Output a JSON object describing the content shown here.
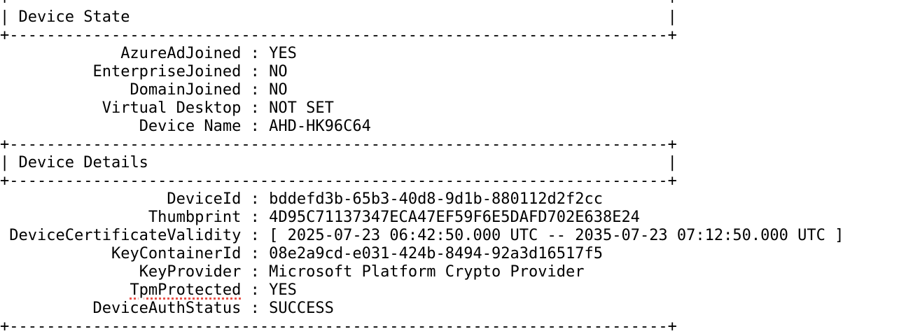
{
  "sections": [
    {
      "title": "Device State",
      "rows": [
        {
          "key": "AzureAdJoined",
          "value": "YES"
        },
        {
          "key": "EnterpriseJoined",
          "value": "NO"
        },
        {
          "key": "DomainJoined",
          "value": "NO"
        },
        {
          "key": "Virtual Desktop",
          "value": "NOT SET"
        },
        {
          "key": "Device Name",
          "value": "AHD-HK96C64"
        }
      ]
    },
    {
      "title": "Device Details",
      "rows": [
        {
          "key": "DeviceId",
          "value": "bddefd3b-65b3-40d8-9d1b-880112d2f2cc"
        },
        {
          "key": "Thumbprint",
          "value": "4D95C71137347ECA47EF59F6E5DAFD702E638E24"
        },
        {
          "key": "DeviceCertificateValidity",
          "value": "[ 2025-07-23 06:42:50.000 UTC -- 2035-07-23 07:12:50.000 UTC ]"
        },
        {
          "key": "KeyContainerId",
          "value": "08e2a9cd-e031-424b-8494-92a3d16517f5"
        },
        {
          "key": "KeyProvider",
          "value": "Microsoft Platform Crypto Provider"
        },
        {
          "key": "TpmProtected",
          "value": "YES",
          "spellcheck_flag": true
        },
        {
          "key": "DeviceAuthStatus",
          "value": "SUCCESS"
        }
      ]
    }
  ],
  "colors": {
    "spellcheck_underline": "#e8524a"
  }
}
